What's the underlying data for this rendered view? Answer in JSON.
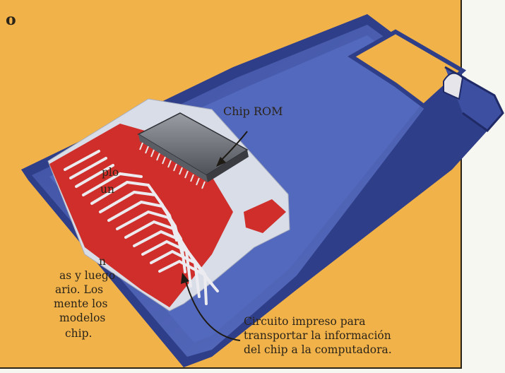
{
  "heading_fragment": "o",
  "body_text_lines": [
    "plo",
    "un",
    "n",
    "as y luego",
    "ario. Los",
    "mente los",
    "modelos",
    "chip."
  ],
  "callouts": {
    "chip": "Chip ROM",
    "circuit": [
      "Circuito impreso para",
      "transportar la información",
      "del chip a la computadora."
    ]
  },
  "colors": {
    "panel": "#f1b24a",
    "cartridge": "#4a5eb0",
    "circuit_board": "#d8dde8",
    "traces": "#cf2e2a"
  }
}
